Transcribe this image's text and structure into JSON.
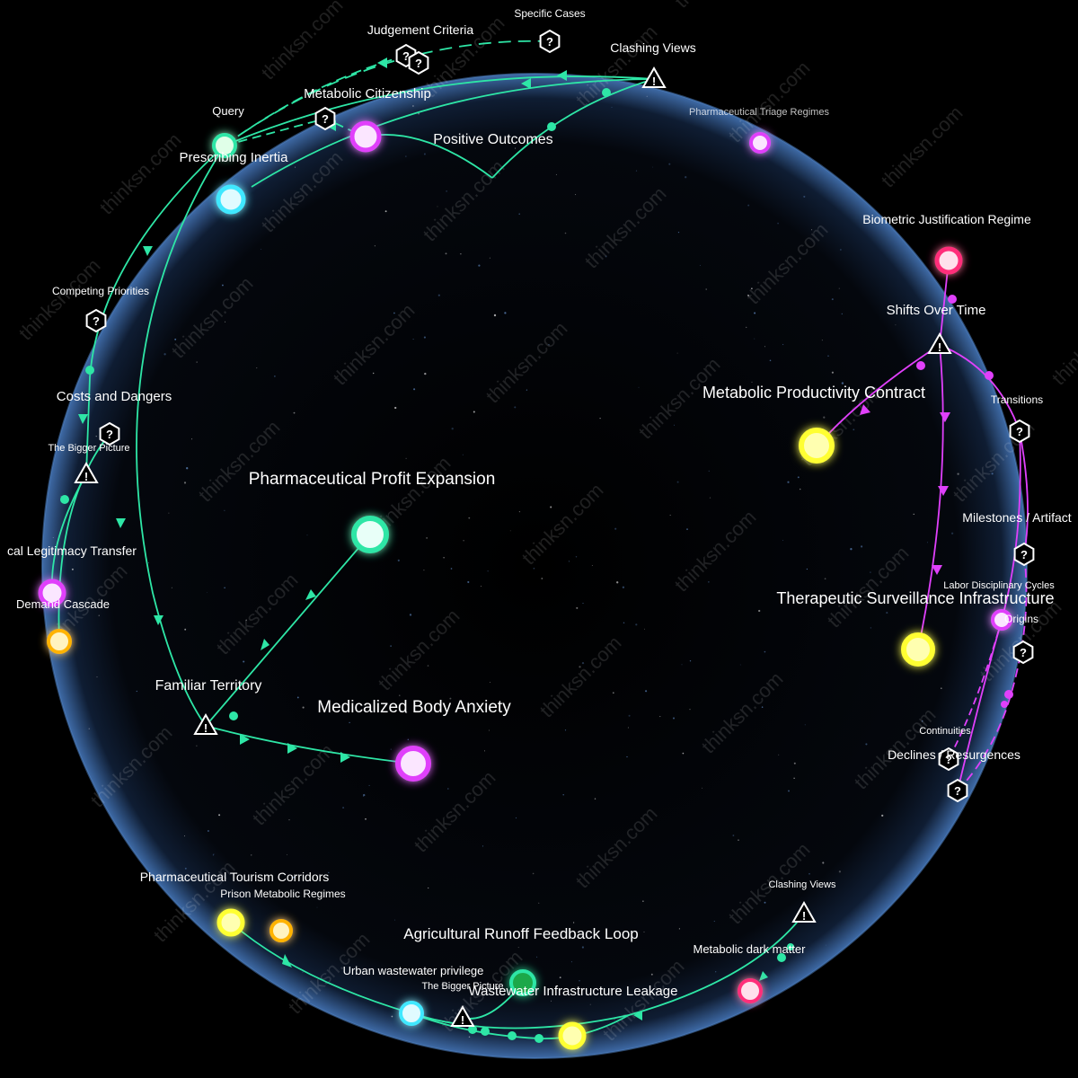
{
  "watermark": "thinksn.com",
  "colors": {
    "green": "#2ee6a6",
    "magenta": "#e040fb",
    "yellow": "#ffff33",
    "cyan": "#40e8ff",
    "pink": "#ff2d7a",
    "orange": "#ffb300",
    "sphere_edge": "#5a8fd0"
  },
  "hubs": [
    {
      "id": "profit",
      "label": "Pharmaceutical Profit Expansion",
      "color": "cyan"
    },
    {
      "id": "anxiety",
      "label": "Medicalized Body Anxiety",
      "color": "magenta"
    },
    {
      "id": "productivity",
      "label": "Metabolic Productivity Contract",
      "color": "yellow"
    },
    {
      "id": "surveillance",
      "label": "Therapeutic Surveillance Infrastructure",
      "color": "yellow"
    },
    {
      "id": "runoff",
      "label": "Agricultural Runoff Feedback Loop",
      "color": "green"
    },
    {
      "id": "wastewater",
      "label": "Wastewater Infrastructure Leakage",
      "color": "green"
    },
    {
      "id": "inertia",
      "label": "Prescribing Inertia",
      "color": "cyan"
    },
    {
      "id": "citizenship",
      "label": "Metabolic Citizenship",
      "color": "magenta"
    },
    {
      "id": "outcomes",
      "label": "Positive Outcomes",
      "color": "none"
    },
    {
      "id": "biometric",
      "label": "Biometric Justification Regime",
      "color": "pink"
    },
    {
      "id": "tourism",
      "label": "Pharmaceutical Tourism Corridors",
      "color": "yellow"
    },
    {
      "id": "prison",
      "label": "Prison Metabolic Regimes",
      "color": "orange"
    },
    {
      "id": "urban",
      "label": "Urban wastewater privilege",
      "color": "cyan"
    },
    {
      "id": "darkmatter",
      "label": "Metabolic dark matter",
      "color": "pink"
    },
    {
      "id": "triage",
      "label": "Pharmaceutical Triage Regimes",
      "color": "magenta"
    },
    {
      "id": "legitimacy",
      "label": "cal Legitimacy Transfer",
      "color": "magenta"
    },
    {
      "id": "cascade",
      "label": "Demand Cascade",
      "color": "orange"
    },
    {
      "id": "query",
      "label": "Query",
      "color": "green"
    },
    {
      "id": "labor",
      "label": "Labor Disciplinary Cycles",
      "color": "magenta"
    },
    {
      "id": "bottomyellow",
      "label": "",
      "color": "yellow"
    }
  ],
  "markers": [
    {
      "id": "judgement",
      "label": "Judgement Criteria",
      "kind": "question"
    },
    {
      "id": "specific",
      "label": "Specific Cases",
      "kind": "question"
    },
    {
      "id": "clashing_top",
      "label": "Clashing Views",
      "kind": "warning"
    },
    {
      "id": "competing",
      "label": "Competing Priorities",
      "kind": "question"
    },
    {
      "id": "costs",
      "label": "Costs and Dangers",
      "kind": "question"
    },
    {
      "id": "bigger_left",
      "label": "The Bigger Picture",
      "kind": "warning"
    },
    {
      "id": "familiar",
      "label": "Familiar Territory",
      "kind": "warning"
    },
    {
      "id": "shifts",
      "label": "Shifts Over Time",
      "kind": "warning"
    },
    {
      "id": "transitions",
      "label": "Transitions",
      "kind": "question"
    },
    {
      "id": "milestones",
      "label": "Milestones / Artifact",
      "kind": "question"
    },
    {
      "id": "origins",
      "label": "Origins",
      "kind": "question"
    },
    {
      "id": "continuities",
      "label": "Continuities",
      "kind": "question"
    },
    {
      "id": "declines",
      "label": "Declines / Resurgences",
      "kind": "question"
    },
    {
      "id": "clashing_bottom",
      "label": "Clashing Views",
      "kind": "warning"
    },
    {
      "id": "bigger_bottom",
      "label": "The Bigger Picture",
      "kind": "warning"
    },
    {
      "id": "q_citizen",
      "label": "",
      "kind": "question"
    }
  ]
}
